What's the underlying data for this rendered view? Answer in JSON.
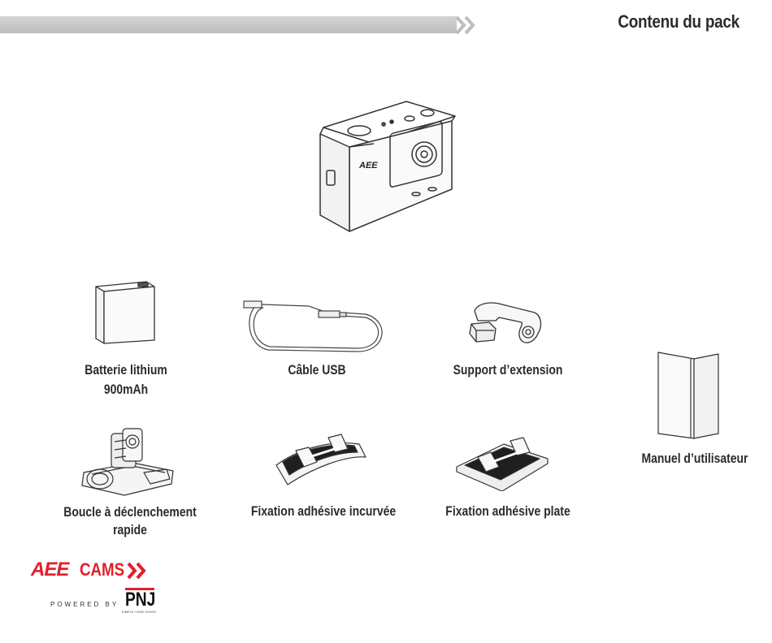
{
  "header": {
    "title": "Contenu du pack"
  },
  "items": {
    "battery": {
      "label_line1": "Batterie  lithium",
      "label_line2": "900mAh"
    },
    "usb": {
      "label": "Câble USB"
    },
    "extension": {
      "label": "Support d’extension"
    },
    "manual": {
      "label": "Manuel d’utilisateur"
    },
    "buckle": {
      "label_line1": "Boucle à déclenchement",
      "label_line2": "rapide"
    },
    "curved": {
      "label": "Fixation adhésive incurvée"
    },
    "flat": {
      "label": "Fixation adhésive plate"
    }
  },
  "camera": {
    "logo": "AEE"
  },
  "brand": {
    "aee": "AEE",
    "cams": "CAMS",
    "powered_by": "POWERED BY",
    "pnj": "PNJ",
    "tagline": "SIMPLE YOUR VISION",
    "accent_color": "#e0202a"
  },
  "icons": [
    "chevron-double-right-icon",
    "action-camera-icon",
    "battery-icon",
    "usb-cable-icon",
    "extension-mount-icon",
    "manual-icon",
    "quick-release-buckle-icon",
    "curved-adhesive-mount-icon",
    "flat-adhesive-mount-icon"
  ]
}
